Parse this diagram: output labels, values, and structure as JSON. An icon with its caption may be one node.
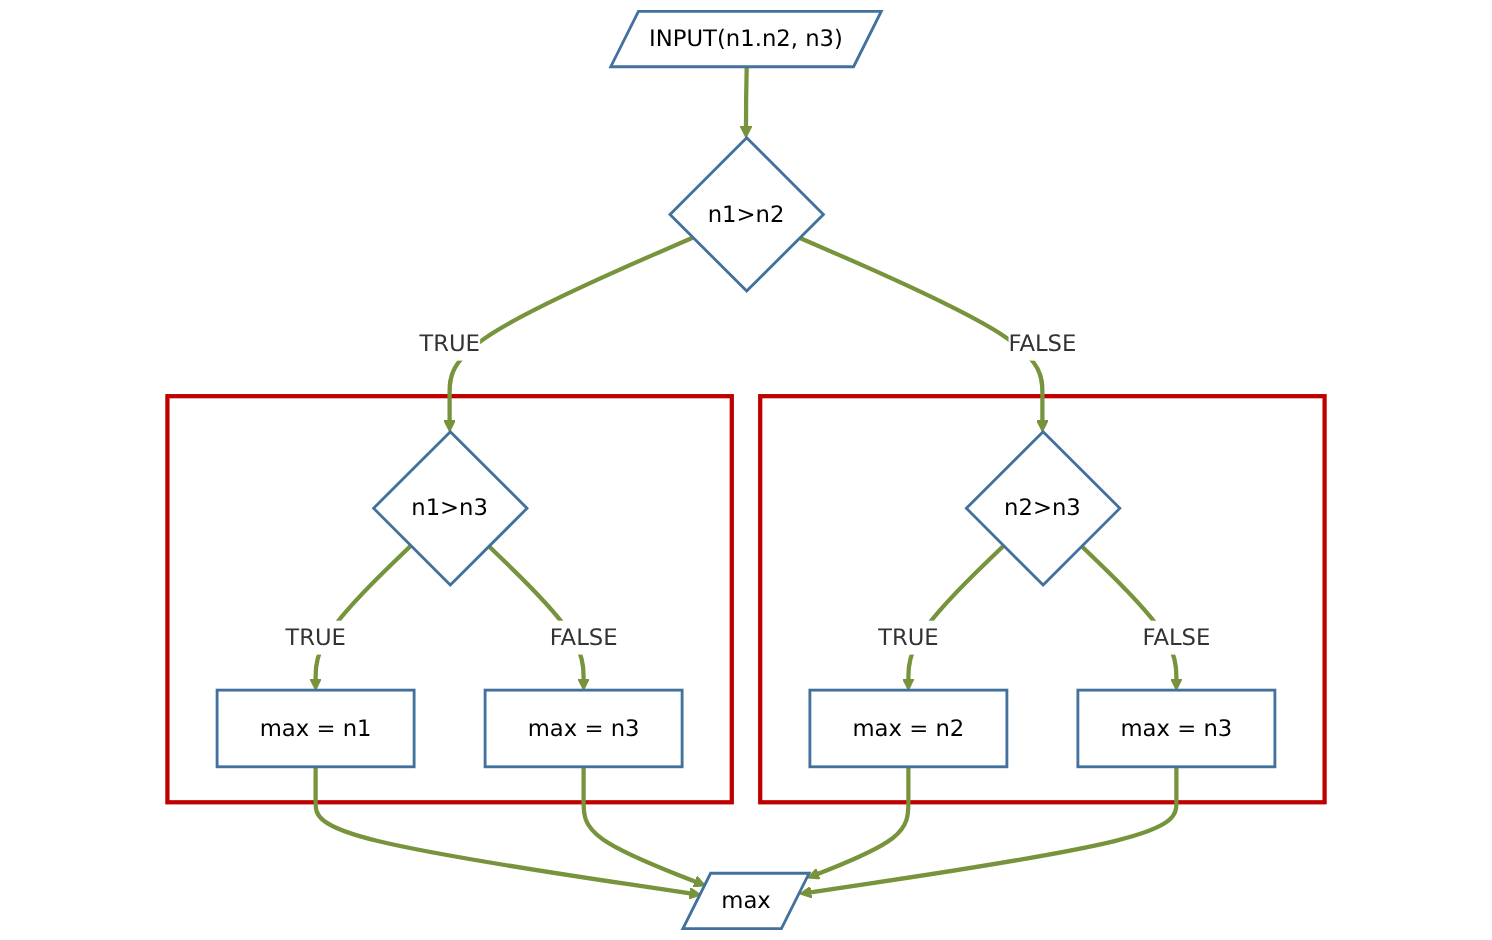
{
  "diagram": {
    "nodes": [
      {
        "text": [
          "INPUT(n1.n2, n3)"
        ]
      },
      {
        "text": [
          "n1>n2"
        ]
      },
      {
        "text": [],
        "shape": "box"
      },
      {
        "text": [
          "n1>n3"
        ],
        "in": 2
      },
      {
        "text": [
          "max = n1"
        ],
        "in": 2
      },
      {
        "text": [
          "max = n3"
        ],
        "in": 2
      },
      {
        "text": [],
        "shape": "box"
      },
      {
        "text": [
          "n2>n3"
        ],
        "in": 6
      },
      {
        "text": [
          "max = n2"
        ],
        "in": 6
      },
      {
        "text": [
          "max = n3"
        ],
        "in": 6
      },
      {
        "text": [
          "max"
        ]
      }
    ],
    "edges": [
      {
        "from": 0,
        "to": 1,
        "arrow": "to"
      },
      {
        "from": 1,
        "to": 3,
        "arrow": "to",
        "label": "TRUE"
      },
      {
        "from": 1,
        "to": 7,
        "arrow": "to",
        "label": "FALSE"
      },
      {
        "from": 3,
        "to": 4,
        "arrow": "to",
        "label": "TRUE"
      },
      {
        "from": 3,
        "to": 5,
        "arrow": "to",
        "label": "FALSE"
      },
      {
        "from": 7,
        "to": 8,
        "arrow": "to",
        "label": "TRUE"
      },
      {
        "from": 7,
        "to": 9,
        "arrow": "to",
        "label": "FALSE"
      },
      {
        "from": 4,
        "to": 10,
        "arrow": "to"
      },
      {
        "from": 5,
        "to": 10,
        "arrow": "to"
      },
      {
        "from": 8,
        "to": 10,
        "arrow": "to"
      },
      {
        "from": 9,
        "to": 10,
        "arrow": "to"
      }
    ]
  }
}
